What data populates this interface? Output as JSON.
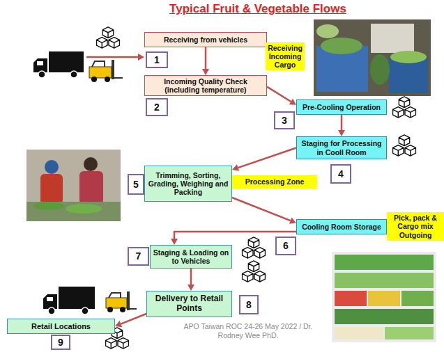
{
  "diagram": {
    "title": "Typical Fruit & Vegetable Flows",
    "nodes": [
      {
        "text": [
          "Receiving from vehicles"
        ]
      },
      {
        "text": [
          "1"
        ]
      },
      {
        "text": [
          "Receiving Incoming Cargo"
        ]
      },
      {
        "text": [
          "Incoming Quality Check (including temperature)"
        ]
      },
      {
        "text": [
          "2"
        ]
      },
      {
        "text": [
          "Pre-Cooling Operation"
        ]
      },
      {
        "text": [
          "3"
        ]
      },
      {
        "text": [
          "Staging for Processing in Cooll Room"
        ]
      },
      {
        "text": [
          "4"
        ]
      },
      {
        "text": [
          "5"
        ]
      },
      {
        "text": [
          "Trimming, Sorting, Grading, Weighing and Packing"
        ]
      },
      {
        "text": [
          "Processing Zone"
        ]
      },
      {
        "text": [
          "Cooling Room Storage"
        ]
      },
      {
        "text": [
          "Pick, pack & Cargo mix Outgoing"
        ]
      },
      {
        "text": [
          "6"
        ]
      },
      {
        "text": [
          "7"
        ]
      },
      {
        "text": [
          "Staging & Loading on to Vehicles"
        ]
      },
      {
        "text": [
          "Delivery to Retail Points"
        ]
      },
      {
        "text": [
          "8"
        ]
      },
      {
        "text": [
          "Retail Locations"
        ]
      },
      {
        "text": [
          "9"
        ]
      }
    ],
    "edges": [
      {
        "from": 0,
        "to": 3,
        "arrow": "to"
      },
      {
        "from": 3,
        "to": 5,
        "arrow": "to"
      },
      {
        "from": 5,
        "to": 7,
        "arrow": "to"
      },
      {
        "from": 7,
        "to": 10,
        "arrow": "to"
      },
      {
        "from": 10,
        "to": 12,
        "arrow": "to"
      },
      {
        "from": 12,
        "to": 16,
        "arrow": "to"
      },
      {
        "from": 16,
        "to": 17,
        "arrow": "to"
      },
      {
        "from": 17,
        "to": 19,
        "arrow": "to"
      }
    ],
    "labels": [
      "APO Taiwan ROC 24-26 May 2022 / Dr. Rodney Wee PhD."
    ]
  }
}
